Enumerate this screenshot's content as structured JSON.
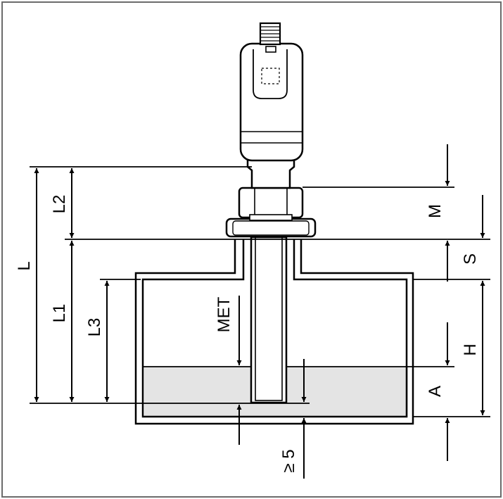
{
  "labels": {
    "L": "L",
    "L1": "L1",
    "L2": "L2",
    "L3": "L3",
    "MET": "MET",
    "M": "M",
    "S": "S",
    "H": "H",
    "A": "A",
    "min_gap": "≥ 5"
  },
  "colors": {
    "line": "#000000",
    "fill_level": "#e4e4e4",
    "frame": "#6b6b6b",
    "background": "#ffffff"
  }
}
